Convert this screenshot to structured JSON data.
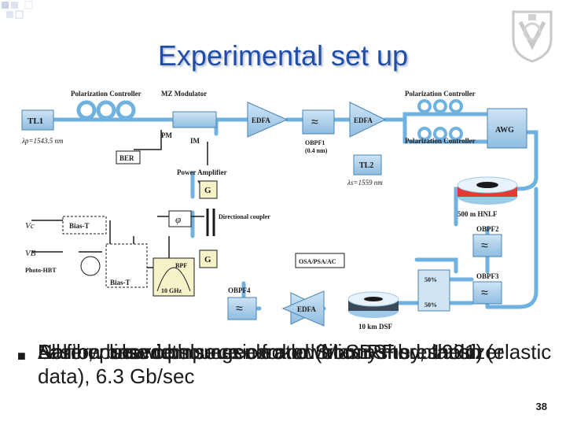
{
  "slide": {
    "title": "Experimental set up",
    "page_number": "38",
    "bullet_layers": [
      "Soliton based pulse generator (Mamyshev, 1991)",
      "All fiber source source clocked from RF synthesizer",
      "Narrow linewidth source for lower SBS threshold",
      "Laser, pulse compression and Silicon modulation (elastic data), 6.3 Gb/sec"
    ]
  },
  "diagram": {
    "labels": {
      "pol_ctrl_1": "Polarization Controller",
      "mz_modulator": "MZ Modulator",
      "tl1": "TL1",
      "lambda_p": "λp=1543.5 nm",
      "pm": "PM",
      "im": "IM",
      "ber": "BER",
      "edfa_1": "EDFA",
      "obpf1": "OBPF1",
      "obpf1_bw": "(0.4 nm)",
      "edfa_2": "EDFA",
      "pol_ctrl_2": "Polarization Controller",
      "pol_ctrl_3": "Polarization Controller",
      "awg": "AWG",
      "tl2": "TL2",
      "lambda_s": "λs=1559 nm",
      "power_amp": "Power Amplifier",
      "g": "G",
      "directional_coupler": "Directional coupler",
      "phi": "φ",
      "vc": "Vc",
      "vb": "VB",
      "bias_t": "Bias-T",
      "photo_hbt": "Photo-HBT",
      "bpf": "BPF",
      "freq": "10 GHz",
      "hnlf": "500 m HNLF",
      "obpf2": "OBPF2",
      "obpf3": "OBPF3",
      "osa": "OSA/PSA/AC",
      "split1": "50%",
      "split2": "50%",
      "edfa_3": "EDFA",
      "obpf4": "OBPF4",
      "dsf": "10 km DSF"
    }
  }
}
